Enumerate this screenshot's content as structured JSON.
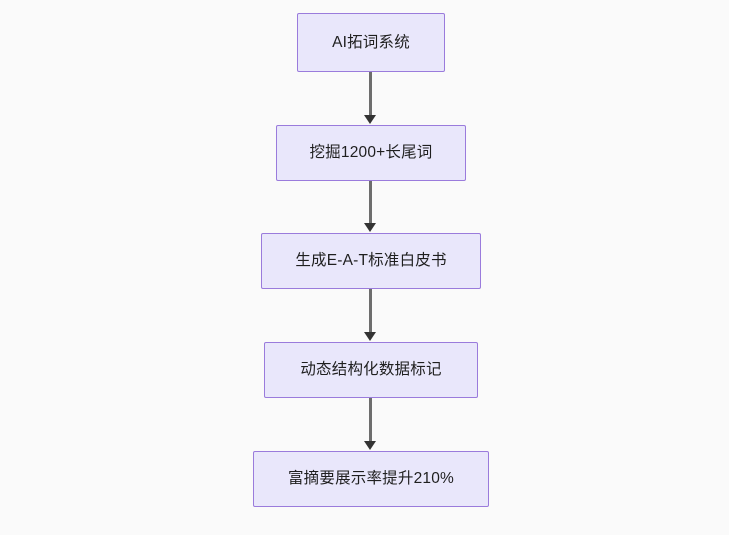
{
  "diagram": {
    "type": "flowchart",
    "orientation": "top-to-bottom",
    "background_color": "#fafafa",
    "node_fill_color": "#e9e7fb",
    "node_border_color": "#9a7bdc",
    "node_text_color": "#1f1f1f",
    "edge_line_color": "#6d6d6d",
    "edge_arrow_color": "#333333",
    "nodes": [
      {
        "id": "n1",
        "label": "AI拓词系统"
      },
      {
        "id": "n2",
        "label": "挖掘1200+长尾词"
      },
      {
        "id": "n3",
        "label": "生成E-A-T标准白皮书"
      },
      {
        "id": "n4",
        "label": "动态结构化数据标记"
      },
      {
        "id": "n5",
        "label": "富摘要展示率提升210%"
      }
    ],
    "edges": [
      {
        "from": "n1",
        "to": "n2",
        "arrow": "down-arrow-icon"
      },
      {
        "from": "n2",
        "to": "n3",
        "arrow": "down-arrow-icon"
      },
      {
        "from": "n3",
        "to": "n4",
        "arrow": "down-arrow-icon"
      },
      {
        "from": "n4",
        "to": "n5",
        "arrow": "down-arrow-icon"
      }
    ]
  }
}
